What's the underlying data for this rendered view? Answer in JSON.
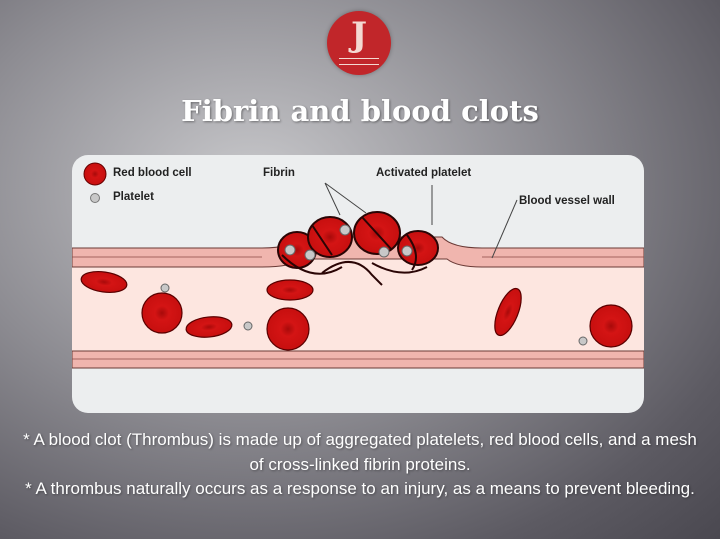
{
  "logo": {
    "glyph": "J",
    "alt": "logo-emblem"
  },
  "title": "Fibrin and blood clots",
  "diagram": {
    "legend": {
      "red_blood_cell": "Red blood cell",
      "platelet": "Platelet"
    },
    "labels": {
      "fibrin": "Fibrin",
      "activated_platelet": "Activated platelet",
      "vessel_wall": "Blood vessel wall"
    },
    "colors": {
      "rbc": "#d01010",
      "plasma": "#fde6e0",
      "wall": "#f0b5ae",
      "panel": "#eceeef"
    }
  },
  "caption": {
    "line1": "* A blood clot (Thrombus) is made up of aggregated platelets, red blood cells, and a mesh of cross-linked fibrin proteins.",
    "line2": "* A thrombus naturally occurs as a response to an injury, as a means to prevent bleeding."
  }
}
